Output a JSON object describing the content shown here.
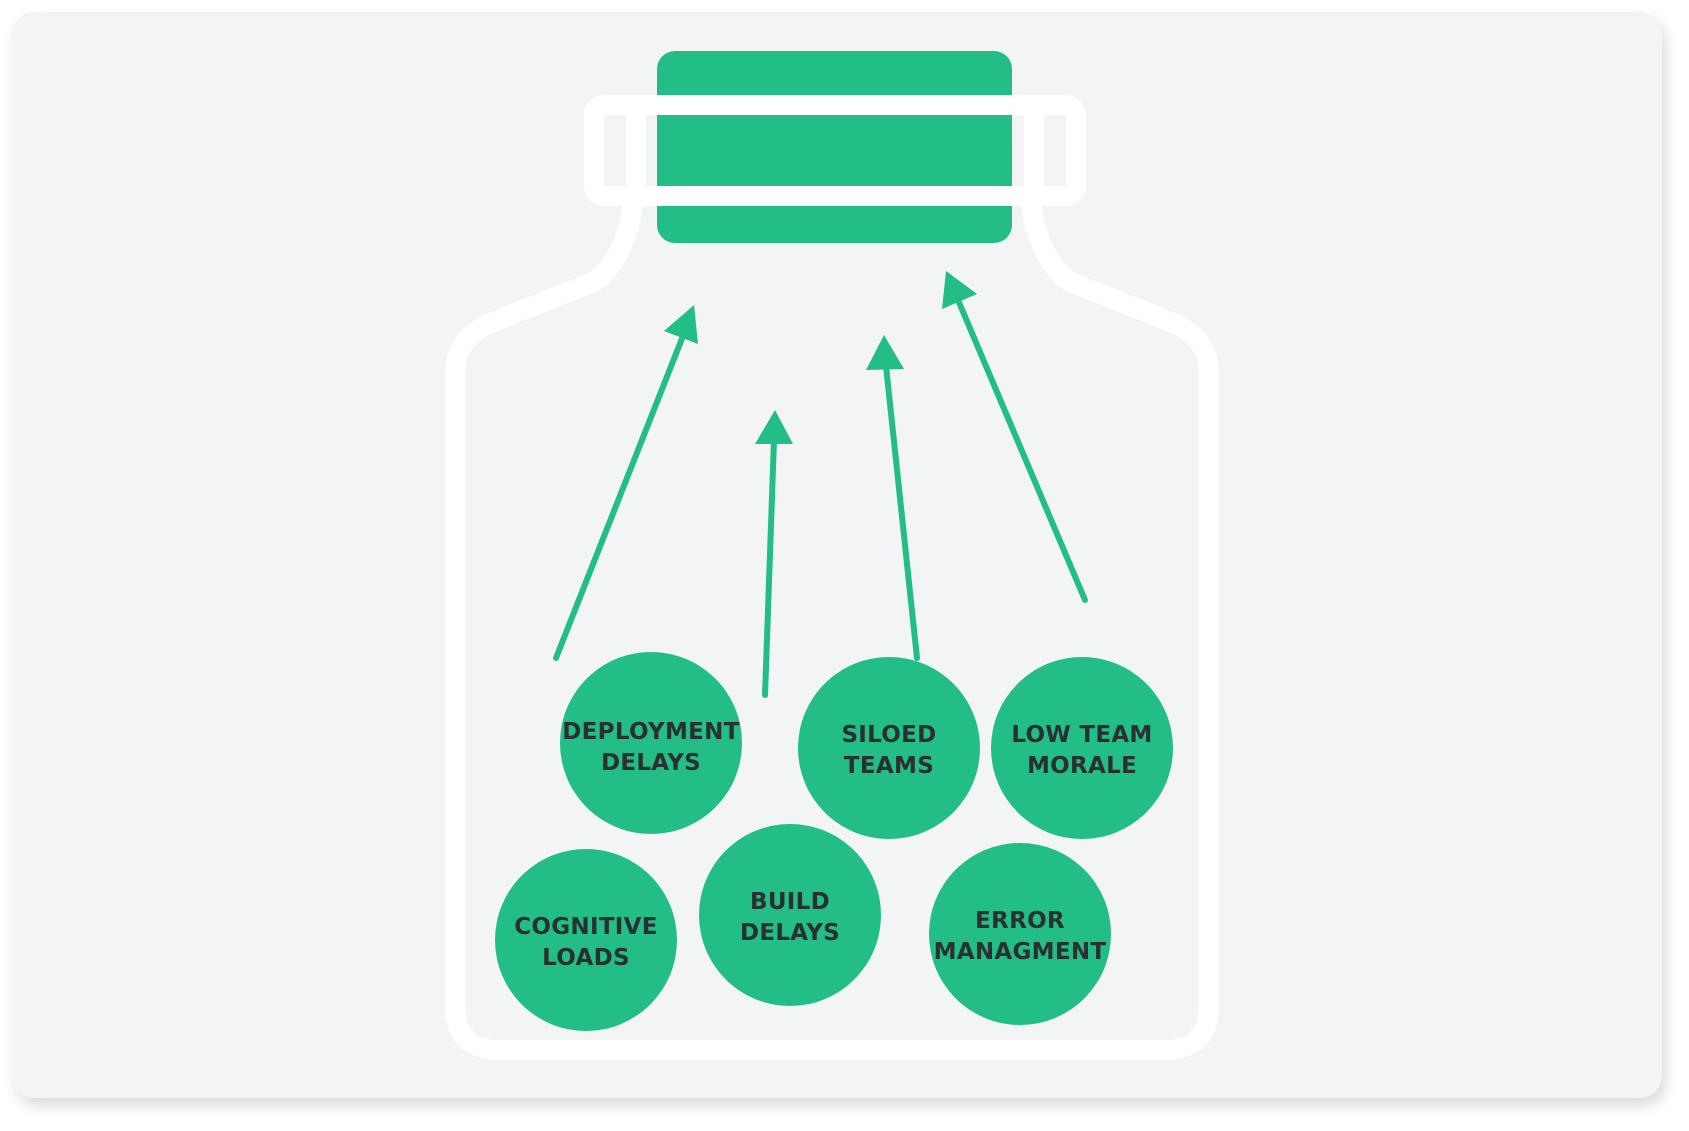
{
  "colors": {
    "background": "#f2f4f5",
    "jar_outline": "#ffffff",
    "accent": "#22be85",
    "label_text": "#2a2f33"
  },
  "nodes": [
    {
      "id": "deployment-delays",
      "lines": [
        "DEPLOYMENT",
        "DELAYS"
      ]
    },
    {
      "id": "siloed-teams",
      "lines": [
        "SILOED",
        "TEAMS"
      ]
    },
    {
      "id": "low-team-morale",
      "lines": [
        "LOW TEAM",
        "MORALE"
      ]
    },
    {
      "id": "cognitive-loads",
      "lines": [
        "COGNITIVE",
        "LOADS"
      ]
    },
    {
      "id": "build-delays",
      "lines": [
        "BUILD",
        "DELAYS"
      ]
    },
    {
      "id": "error-managment",
      "lines": [
        "ERROR",
        "MANAGMENT"
      ]
    }
  ]
}
